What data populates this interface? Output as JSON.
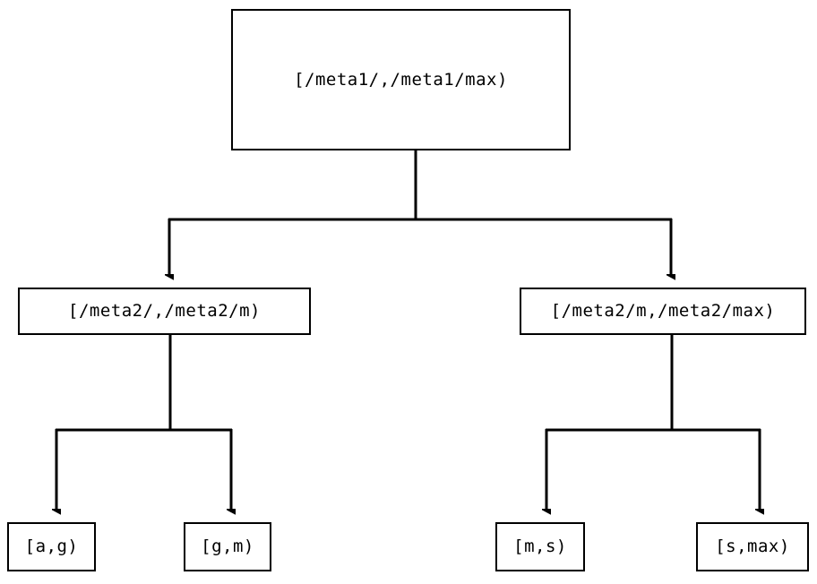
{
  "diagram": {
    "type": "tree",
    "title": "",
    "orientation": "top-down",
    "colors": {
      "node_border": "#000000",
      "node_fill": "#ffffff",
      "edge": "#000000",
      "text": "#000000",
      "background": "#ffffff"
    },
    "nodes": {
      "root": {
        "label": "[/meta1/,/meta1/max)"
      },
      "mid_left": {
        "label": "[/meta2/,/meta2/m)"
      },
      "mid_right": {
        "label": "[/meta2/m,/meta2/max)"
      },
      "leaf_ag": {
        "label": "[a,g)"
      },
      "leaf_gm": {
        "label": "[g,m)"
      },
      "leaf_ms": {
        "label": "[m,s)"
      },
      "leaf_smax": {
        "label": "[s,max)"
      }
    },
    "edges": [
      {
        "from": "root",
        "to": "mid_left",
        "arrow": "triangle-down"
      },
      {
        "from": "root",
        "to": "mid_right",
        "arrow": "triangle-down"
      },
      {
        "from": "mid_left",
        "to": "leaf_ag",
        "arrow": "triangle-down"
      },
      {
        "from": "mid_left",
        "to": "leaf_gm",
        "arrow": "triangle-down"
      },
      {
        "from": "mid_right",
        "to": "leaf_ms",
        "arrow": "triangle-down"
      },
      {
        "from": "mid_right",
        "to": "leaf_smax",
        "arrow": "triangle-down"
      }
    ]
  }
}
